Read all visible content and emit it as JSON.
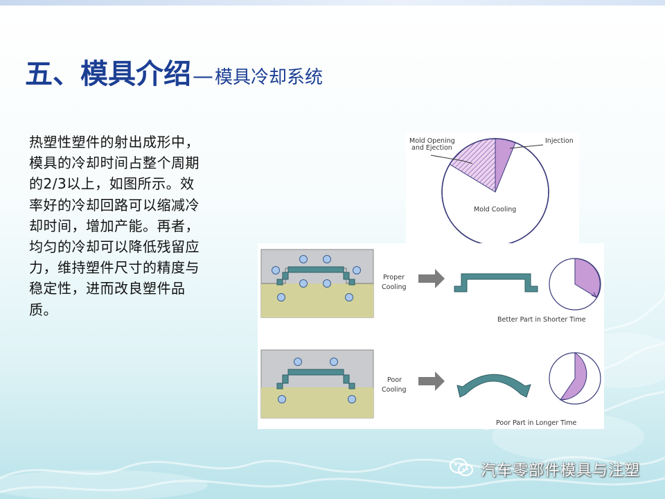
{
  "slide": {
    "title_main": "五、模具介绍",
    "title_dash": "—",
    "title_sub": "模具冷却系统",
    "body_text": "热塑性塑件的射出成形中，模具的冷却时间占整个周期的2/3以上，如图所示。效率好的冷却回路可以缩减冷却时间，增加产能。再者，均匀的冷却可以降低残留应力，维持塑件尺寸的精度与稳定性，进而改良塑件品质。"
  },
  "pie_diagram": {
    "label_mold_opening_line1": "Mold Opening",
    "label_mold_opening_line2": "and Ejection",
    "label_injection": "Injection",
    "label_mold_cooling": "Mold Cooling"
  },
  "cooling_diagram": {
    "proper_label_line1": "Proper",
    "proper_label_line2": "Cooling",
    "proper_caption": "Better Part in Shorter Time",
    "poor_label_line1": "Poor",
    "poor_label_line2": "Cooling",
    "poor_caption": "Poor Part in Longer Time"
  },
  "watermark": {
    "text": "汽车零部件模具与注塑",
    "icon": "wechat-icon"
  },
  "colors": {
    "title": "#1c3f94",
    "pie_outline": "#3a3a7a",
    "pie_fill": "#c69bd6",
    "mold_top": "#c9cbcf",
    "mold_bottom": "#d3d29a",
    "part": "#4f8c92",
    "channel": "#a9c8ec"
  }
}
